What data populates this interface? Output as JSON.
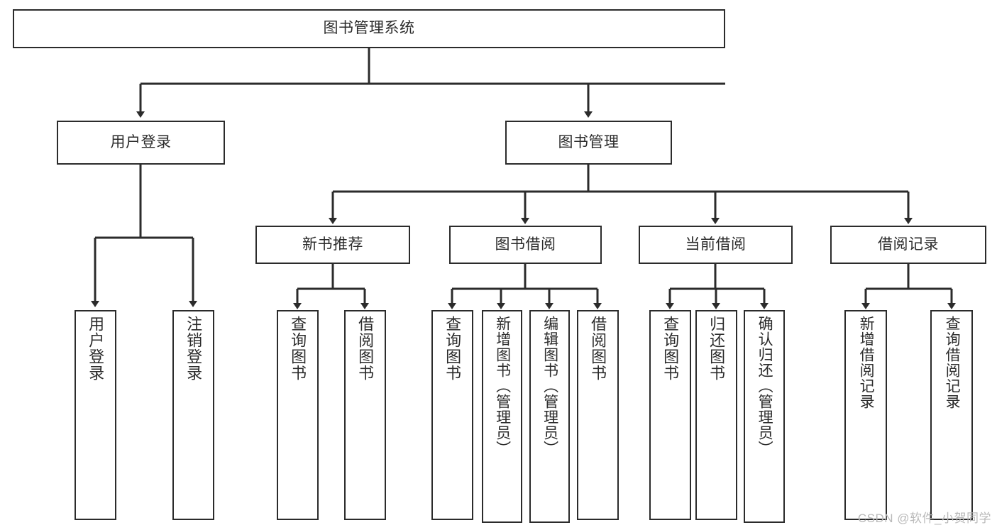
{
  "diagram": {
    "title": "图书管理系统",
    "type": "tree",
    "colors": {
      "line": "#2b2b2b",
      "box_border": "#2b2b2b",
      "box_fill": "#ffffff",
      "text": "#2b2b2b",
      "watermark": "#b9b9b9",
      "background": "#ffffff"
    },
    "root": {
      "label": "图书管理系统"
    },
    "level2": [
      {
        "label": "用户登录"
      },
      {
        "label": "图书管理"
      }
    ],
    "level3": [
      {
        "label": "新书推荐"
      },
      {
        "label": "图书借阅"
      },
      {
        "label": "当前借阅"
      },
      {
        "label": "借阅记录"
      }
    ],
    "leaves": {
      "user_login": [
        {
          "label": "用户登录"
        },
        {
          "label": "注销登录"
        }
      ],
      "new_book_recommend": [
        {
          "label": "查询图书"
        },
        {
          "label": "借阅图书"
        }
      ],
      "book_borrow": [
        {
          "label": "查询图书"
        },
        {
          "label": "新增图书（管理员）"
        },
        {
          "label": "编辑图书（管理员）"
        },
        {
          "label": "借阅图书"
        }
      ],
      "current_borrow": [
        {
          "label": "查询图书"
        },
        {
          "label": "归还图书"
        },
        {
          "label": "确认归还（管理员）"
        }
      ],
      "borrow_record": [
        {
          "label": "新增借阅记录"
        },
        {
          "label": "查询借阅记录"
        }
      ]
    },
    "watermark": "CSDN @软件_小贺同学"
  }
}
